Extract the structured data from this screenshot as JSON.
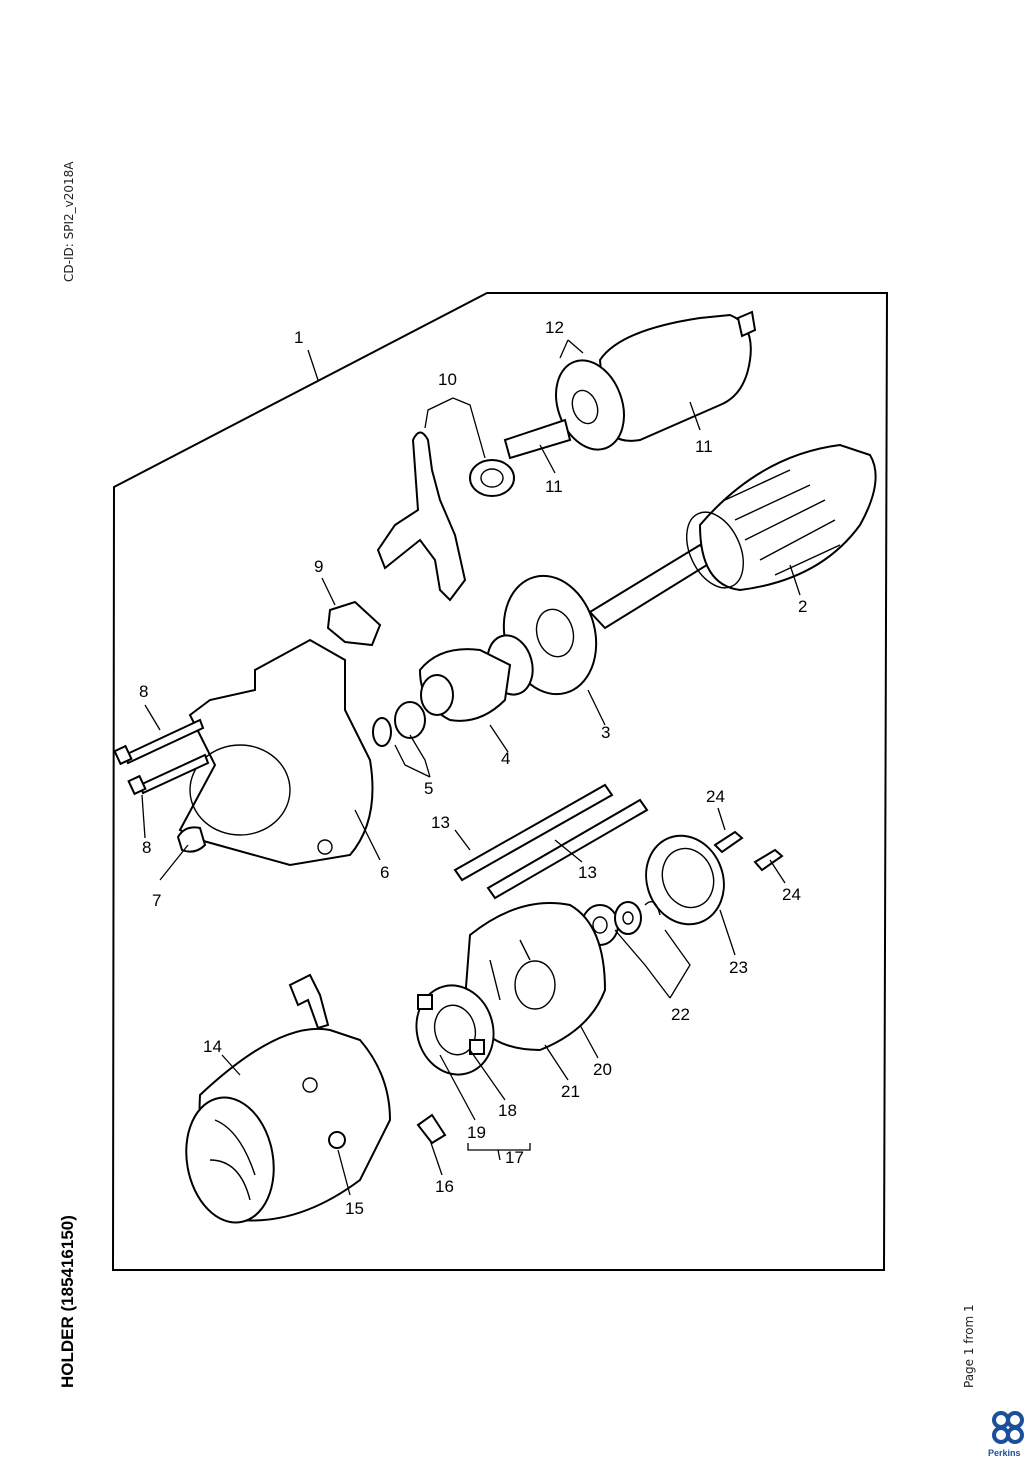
{
  "header": {
    "cd_id": "CD-ID: SPI2_v2018A",
    "title": "HOLDER (185416150)",
    "page_count": "Page 1 from 1"
  },
  "brand": {
    "name": "Perkins",
    "color": "#1a4f9c"
  },
  "labels": {
    "l1": "1",
    "l2": "2",
    "l3": "3",
    "l4": "4",
    "l5": "5",
    "l6": "6",
    "l7": "7",
    "l8a": "8",
    "l8b": "8",
    "l9": "9",
    "l10": "10",
    "l11a": "11",
    "l11b": "11",
    "l12": "12",
    "l13a": "13",
    "l13b": "13",
    "l14": "14",
    "l15": "15",
    "l16": "16",
    "l17": "17",
    "l18": "18",
    "l19": "19",
    "l20": "20",
    "l21": "21",
    "l22": "22",
    "l23": "23",
    "l24a": "24",
    "l24b": "24"
  }
}
